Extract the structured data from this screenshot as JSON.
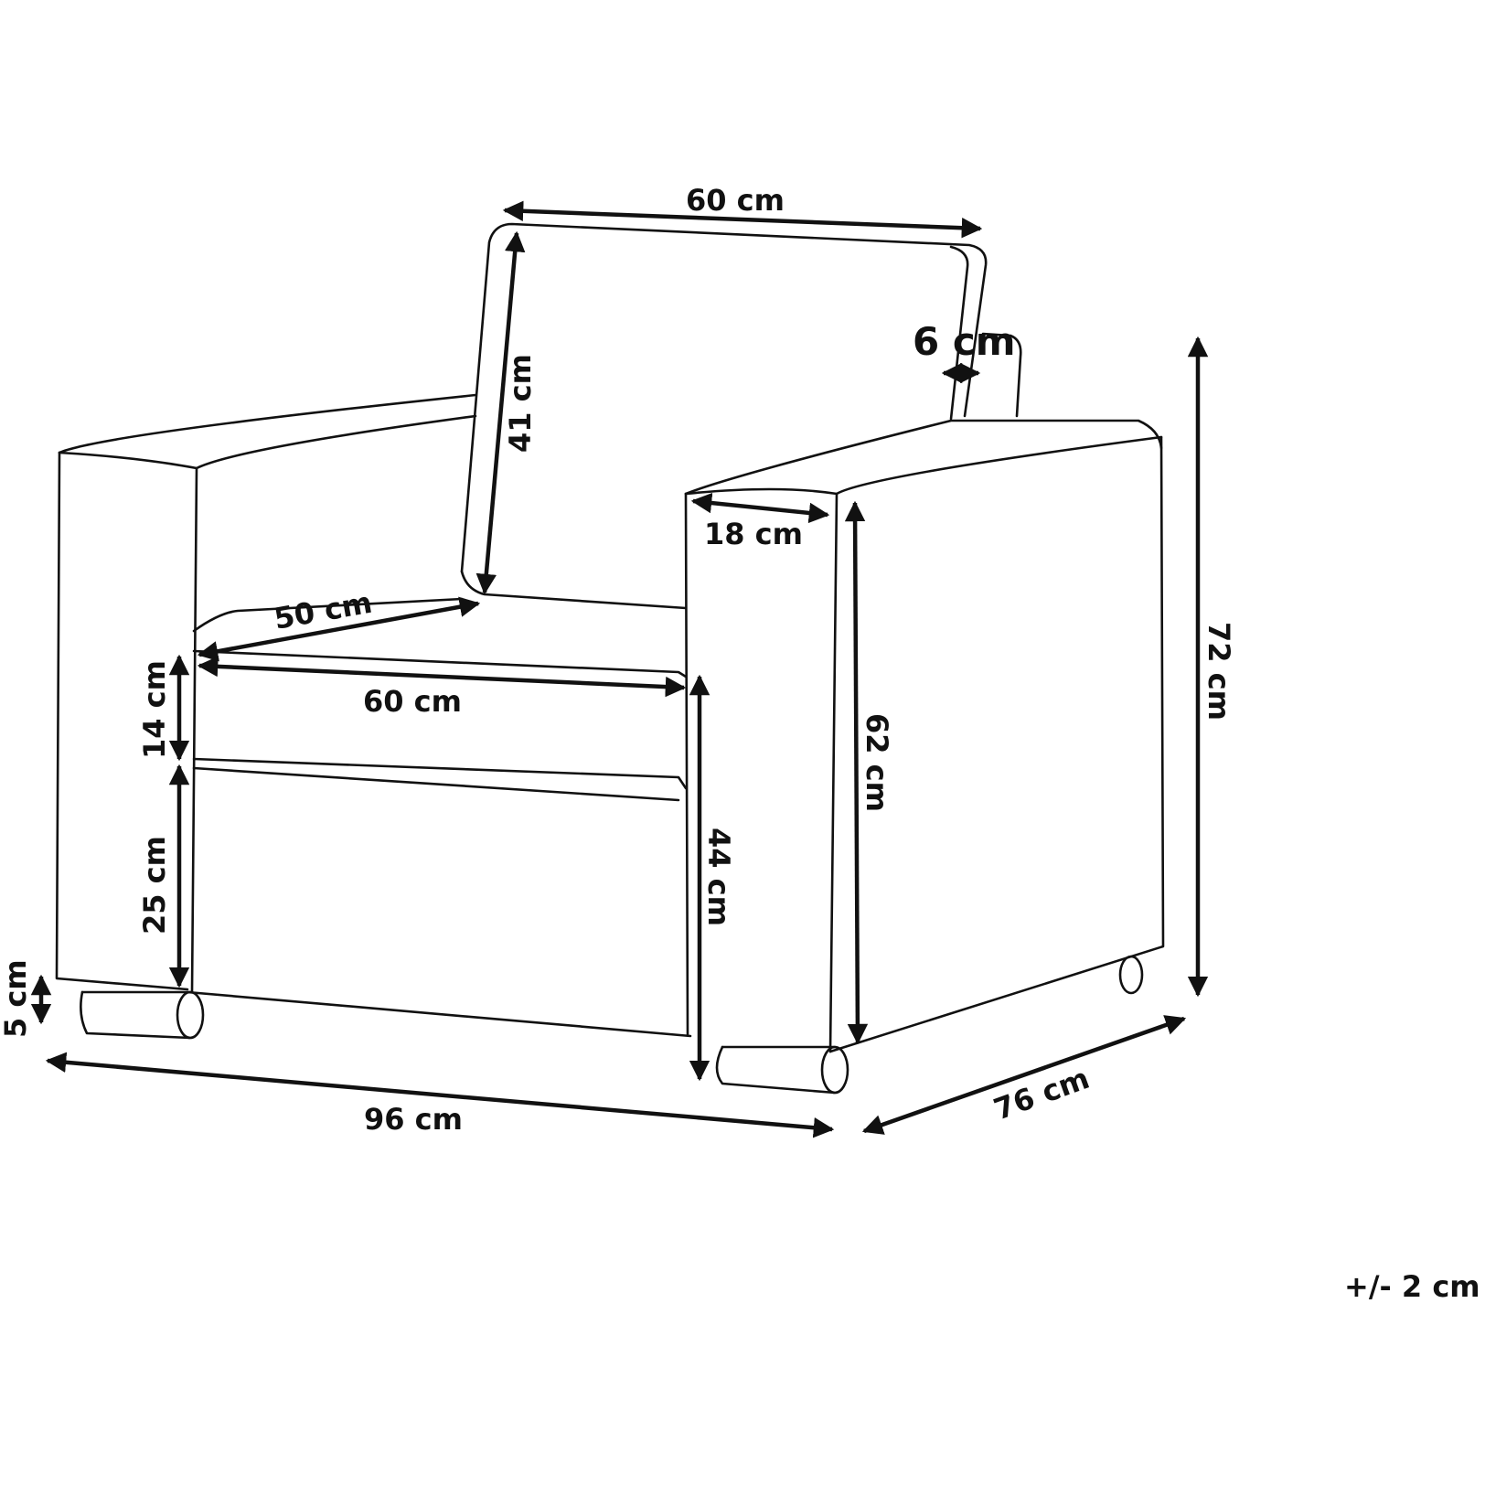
{
  "diagram": {
    "subject": "armchair",
    "dimensions": {
      "backrest_width": "60 cm",
      "backrest_height": "41 cm",
      "backrest_thickness": "6 cm",
      "armrest_width": "18 cm",
      "seat_depth": "50 cm",
      "seat_width": "60 cm",
      "cushion_height": "14 cm",
      "base_height": "25 cm",
      "leg_height": "5 cm",
      "total_width": "96 cm",
      "total_depth": "76 cm",
      "armrest_height": "62 cm",
      "seat_height": "44 cm",
      "total_height": "72 cm"
    },
    "tolerance": "+/- 2 cm",
    "colors": {
      "line": "#111111",
      "background": "#ffffff"
    }
  }
}
